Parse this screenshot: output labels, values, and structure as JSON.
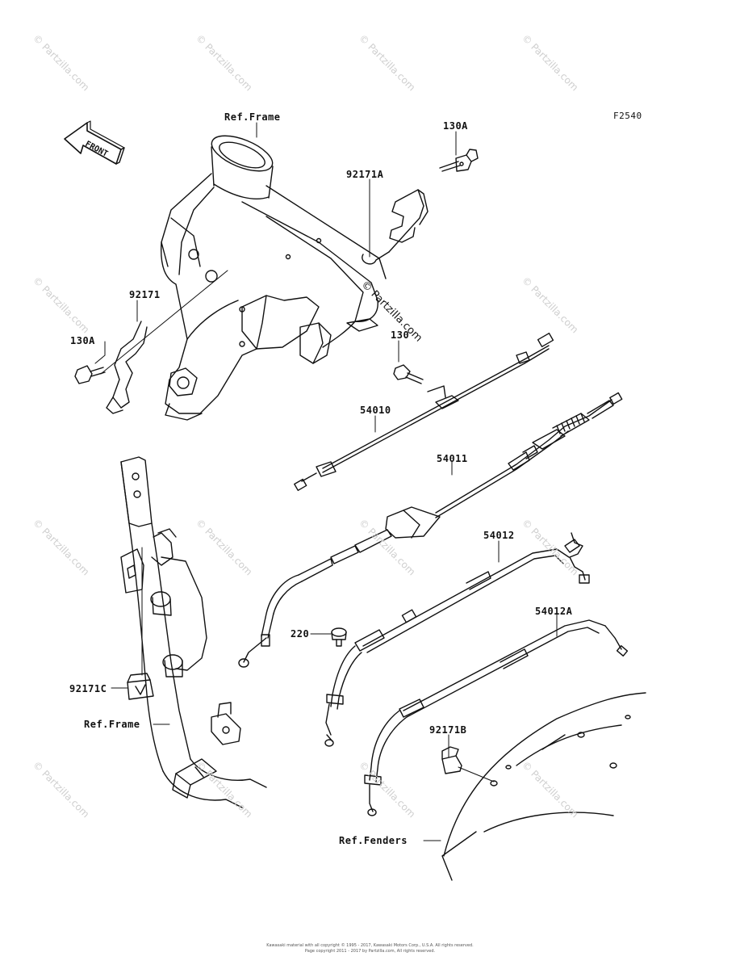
{
  "watermark": "© Partzilla.com",
  "figure_code": "F2540",
  "front_label": "FRONT",
  "labels": {
    "ref_frame_top": "Ref.Frame",
    "p130A_top": "130A",
    "p92171A": "92171A",
    "p92171": "92171",
    "p130A_left": "130A",
    "p130": "130",
    "p54010": "54010",
    "p54011": "54011",
    "p54012": "54012",
    "p220": "220",
    "p54012A": "54012A",
    "p92171C": "92171C",
    "ref_frame_bottom": "Ref.Frame",
    "p92171B": "92171B",
    "ref_fenders": "Ref.Fenders"
  },
  "footer": {
    "line1": "Kawasaki material with all copyright © 1995 - 2017, Kawasaki Motors Corp., U.S.A. All rights reserved.",
    "line2": "Page copyright 2011 - 2017 by Partzilla.com, All rights reserved."
  },
  "colors": {
    "line": "#111111",
    "watermark": "#cfcfcf",
    "background": "#ffffff"
  }
}
